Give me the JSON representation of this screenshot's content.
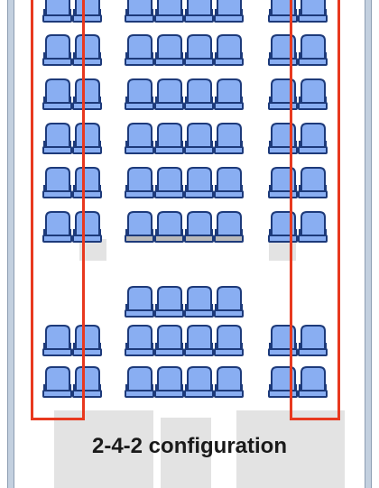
{
  "caption": "2-4-2 configuration",
  "configuration": [
    "2",
    "4",
    "2"
  ],
  "colors": {
    "seat": "#89aef2",
    "seat_outline": "#1d3a7a",
    "seat_base_gray": "#b9b9b9",
    "highlight": "#e8391f",
    "hull": "#c3d0df"
  },
  "icons": [
    "airline-seat-icon"
  ]
}
